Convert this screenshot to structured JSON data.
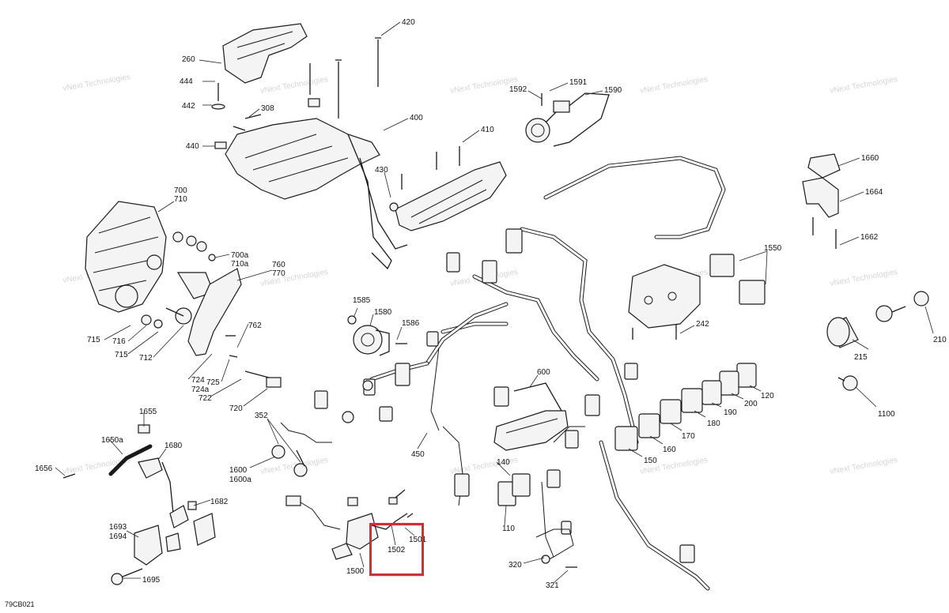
{
  "diagram": {
    "drawing_code": "79CB021",
    "watermark": "vNext Technologies",
    "highlight_color": "#d32f2f",
    "callouts": [
      {
        "id": "c420",
        "text": "420"
      },
      {
        "id": "c260",
        "text": "260"
      },
      {
        "id": "c444",
        "text": "444"
      },
      {
        "id": "c442",
        "text": "442"
      },
      {
        "id": "c308",
        "text": "308"
      },
      {
        "id": "c440",
        "text": "440"
      },
      {
        "id": "c400",
        "text": "400"
      },
      {
        "id": "c410",
        "text": "410"
      },
      {
        "id": "c430",
        "text": "430"
      },
      {
        "id": "c1592",
        "text": "1592"
      },
      {
        "id": "c1591",
        "text": "1591"
      },
      {
        "id": "c1590",
        "text": "1590"
      },
      {
        "id": "c1660",
        "text": "1660"
      },
      {
        "id": "c1664",
        "text": "1664"
      },
      {
        "id": "c1662",
        "text": "1662"
      },
      {
        "id": "c700",
        "text": "700"
      },
      {
        "id": "c710",
        "text": "710"
      },
      {
        "id": "c700a",
        "text": "700a"
      },
      {
        "id": "c710a",
        "text": "710a"
      },
      {
        "id": "c760",
        "text": "760"
      },
      {
        "id": "c770",
        "text": "770"
      },
      {
        "id": "c762",
        "text": "762"
      },
      {
        "id": "c715a",
        "text": "715"
      },
      {
        "id": "c716",
        "text": "716"
      },
      {
        "id": "c715b",
        "text": "715"
      },
      {
        "id": "c712",
        "text": "712"
      },
      {
        "id": "c724",
        "text": "724"
      },
      {
        "id": "c724a",
        "text": "724a"
      },
      {
        "id": "c725",
        "text": "725"
      },
      {
        "id": "c722",
        "text": "722"
      },
      {
        "id": "c720",
        "text": "720"
      },
      {
        "id": "c1585",
        "text": "1585"
      },
      {
        "id": "c1580",
        "text": "1580"
      },
      {
        "id": "c1586",
        "text": "1586"
      },
      {
        "id": "c1550",
        "text": "1550"
      },
      {
        "id": "c242",
        "text": "242"
      },
      {
        "id": "c215",
        "text": "215"
      },
      {
        "id": "c210",
        "text": "210"
      },
      {
        "id": "c1100",
        "text": "1100"
      },
      {
        "id": "c600",
        "text": "600"
      },
      {
        "id": "c120",
        "text": "120"
      },
      {
        "id": "c200",
        "text": "200"
      },
      {
        "id": "c190",
        "text": "190"
      },
      {
        "id": "c180",
        "text": "180"
      },
      {
        "id": "c170",
        "text": "170"
      },
      {
        "id": "c160",
        "text": "160"
      },
      {
        "id": "c150",
        "text": "150"
      },
      {
        "id": "c352",
        "text": "352"
      },
      {
        "id": "c450",
        "text": "450"
      },
      {
        "id": "c140",
        "text": "140"
      },
      {
        "id": "c1655",
        "text": "1655"
      },
      {
        "id": "c1650a",
        "text": "1650a"
      },
      {
        "id": "c1680",
        "text": "1680"
      },
      {
        "id": "c1656",
        "text": "1656"
      },
      {
        "id": "c1600",
        "text": "1600"
      },
      {
        "id": "c1600a",
        "text": "1600a"
      },
      {
        "id": "c1682",
        "text": "1682"
      },
      {
        "id": "c1693",
        "text": "1693"
      },
      {
        "id": "c1694",
        "text": "1694"
      },
      {
        "id": "c1695",
        "text": "1695"
      },
      {
        "id": "c1500",
        "text": "1500"
      },
      {
        "id": "c1501",
        "text": "1501"
      },
      {
        "id": "c1502",
        "text": "1502"
      },
      {
        "id": "c110",
        "text": "110"
      },
      {
        "id": "c320",
        "text": "320"
      },
      {
        "id": "c321",
        "text": "321"
      }
    ]
  }
}
